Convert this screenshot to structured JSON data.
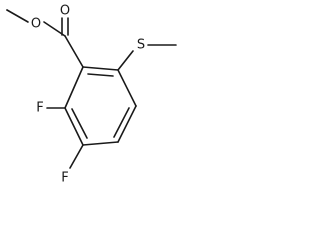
{
  "molecule": {
    "atoms": {
      "ester_carbonyl_oxygen": "O",
      "ester_single_oxygen": "O",
      "thioether_sulfur": "S",
      "fluorine_2": "F",
      "fluorine_3": "F"
    }
  },
  "colors": {
    "bond": "#1a1a1a",
    "label": "#1a1a1a",
    "background": "#ffffff"
  }
}
